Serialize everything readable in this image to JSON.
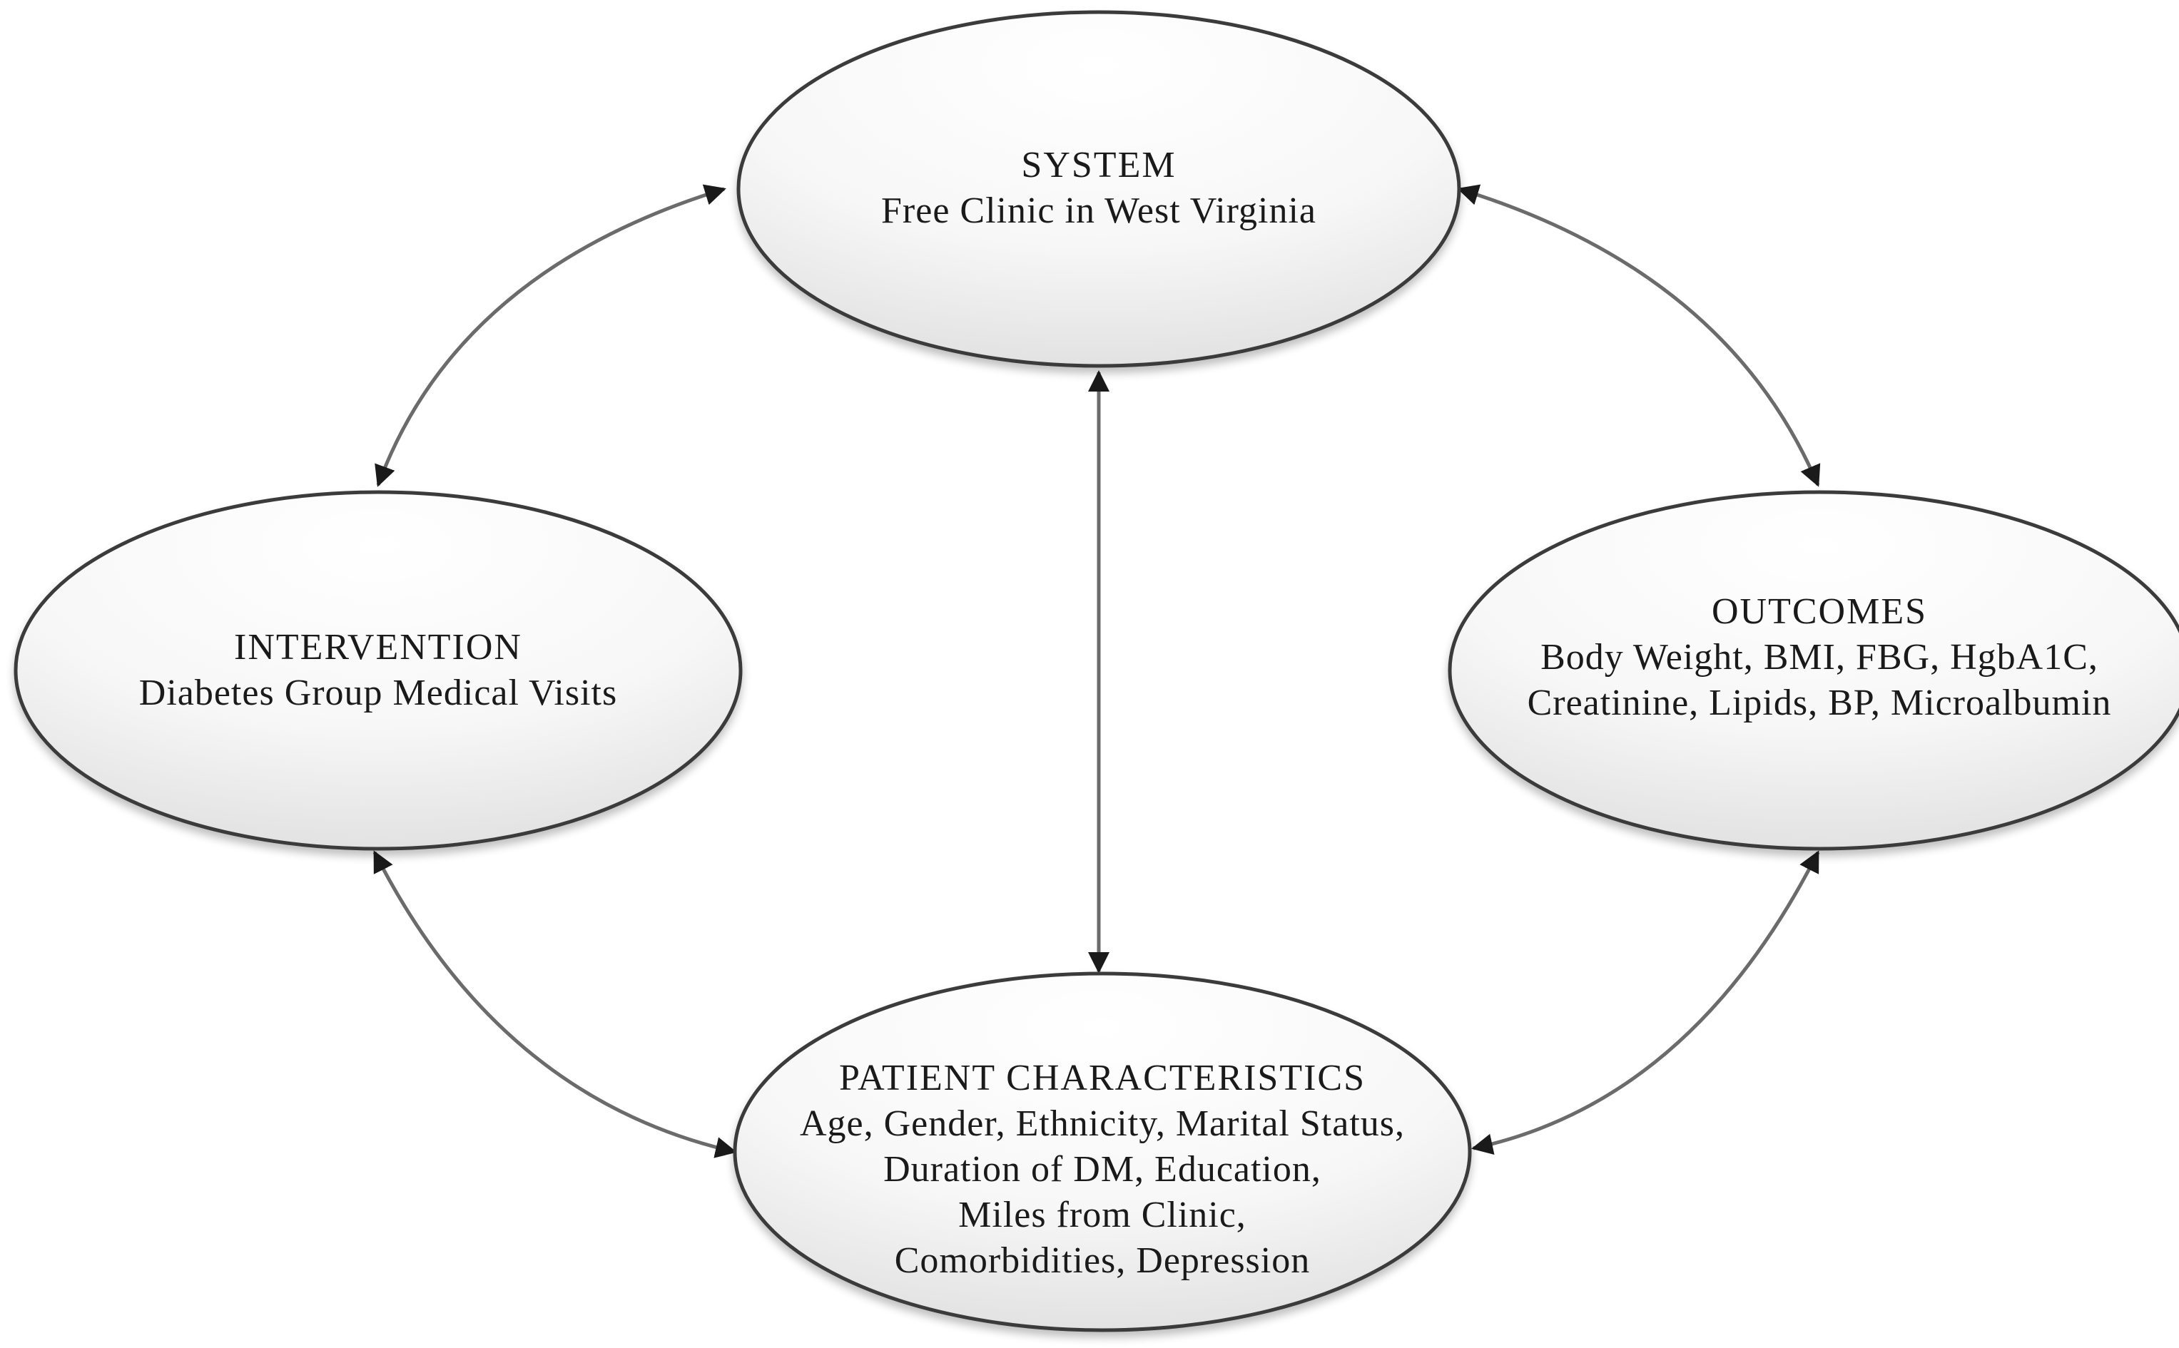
{
  "nodes": {
    "system": {
      "title": "SYSTEM",
      "lines": [
        "Free Clinic in West Virginia"
      ]
    },
    "intervention": {
      "title": "INTERVENTION",
      "lines": [
        "Diabetes Group Medical Visits"
      ]
    },
    "outcomes": {
      "title": "OUTCOMES",
      "lines": [
        "Body Weight, BMI, FBG, HgbA1C,",
        "Creatinine, Lipids, BP, Microalbumin"
      ]
    },
    "patient": {
      "title": "PATIENT CHARACTERISTICS",
      "lines": [
        "Age, Gender, Ethnicity, Marital Status,",
        "Duration of DM, Education,",
        "Miles from Clinic,",
        "Comorbidities, Depression"
      ]
    }
  },
  "colors": {
    "ellipse_stroke": "#3a3a3a",
    "arrow": "#6b6b6b",
    "arrowhead": "#1a1a1a"
  }
}
